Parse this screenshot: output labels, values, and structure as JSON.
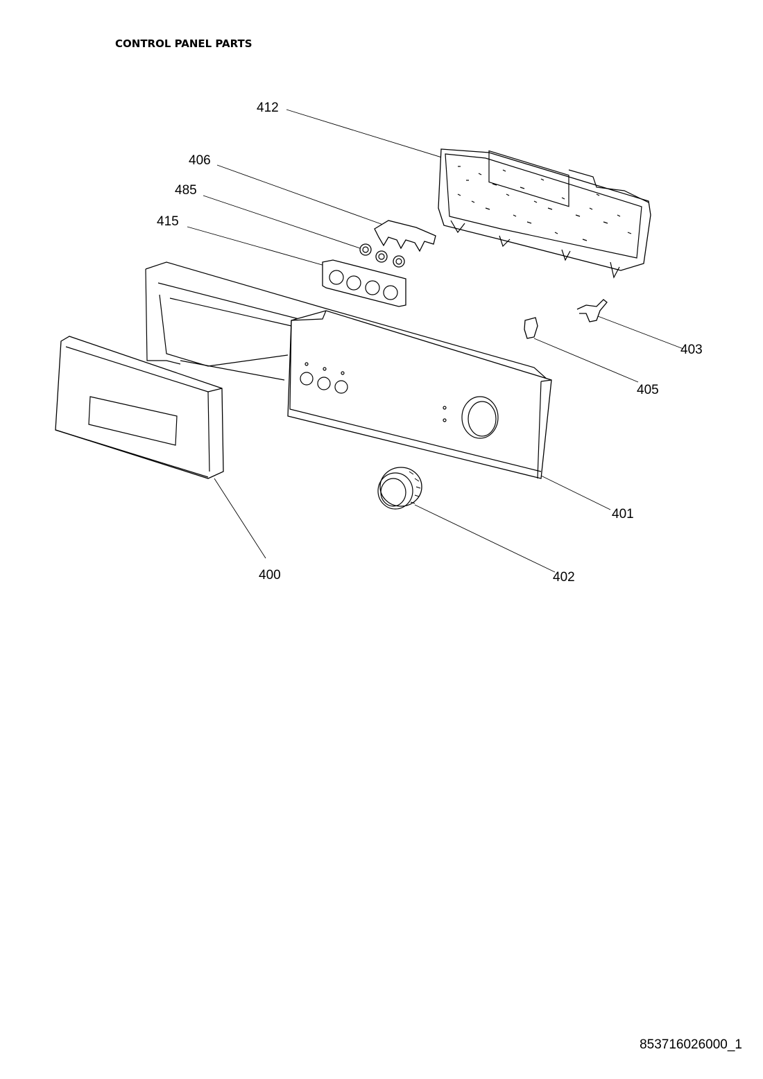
{
  "title": "CONTROL PANEL PARTS",
  "doc_id": "853716026000_1",
  "part_labels": {
    "p412": "412",
    "p406": "406",
    "p485": "485",
    "p415": "415",
    "p403": "403",
    "p405": "405",
    "p401": "401",
    "p402": "402",
    "p400": "400"
  }
}
